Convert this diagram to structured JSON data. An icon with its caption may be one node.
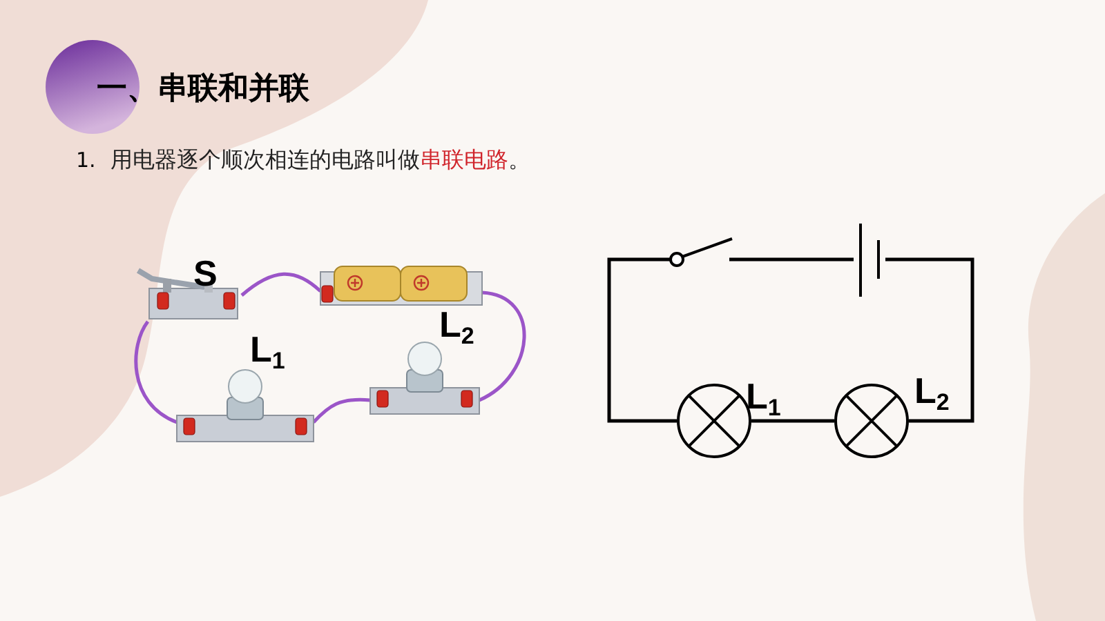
{
  "diagram": {
    "title": "一、串联和并联",
    "nodes": [
      {
        "text": [],
        "shape": "picture",
        "beside": [
          "S"
        ]
      },
      {
        "text": [],
        "shape": "picture"
      },
      {
        "text": [],
        "shape": "picture",
        "beside": [
          "L$_{1}$"
        ]
      },
      {
        "text": [],
        "shape": "picture",
        "beside": [
          "L$_{2}$"
        ]
      },
      {
        "text": [],
        "shape": "switch"
      },
      {
        "text": [],
        "shape": "battery"
      },
      {
        "text": [],
        "shape": "circle",
        "beside": [
          "L$_{1}$"
        ]
      },
      {
        "text": [],
        "shape": "circle",
        "beside": [
          "L$_{2}$"
        ]
      }
    ],
    "edges": [
      {
        "from": 0,
        "to": 1,
        "arrow": "none",
        "color": "#9b55c8"
      },
      {
        "from": 1,
        "to": 3,
        "arrow": "none",
        "color": "#9b55c8"
      },
      {
        "from": 3,
        "to": 2,
        "arrow": "none",
        "color": "#9b55c8"
      },
      {
        "from": 2,
        "to": 0,
        "arrow": "none",
        "color": "#9b55c8"
      },
      {
        "from": 4,
        "to": 5,
        "arrow": "none",
        "color": "#000000"
      },
      {
        "from": 5,
        "to": 7,
        "arrow": "none",
        "color": "#000000"
      },
      {
        "from": 7,
        "to": 6,
        "arrow": "none",
        "color": "#000000"
      },
      {
        "from": 6,
        "to": 4,
        "arrow": "none",
        "color": "#000000"
      }
    ],
    "labels": [
      "1.",
      "用电器逐个顺次相连的电路叫做",
      "串联电路",
      "。"
    ]
  }
}
